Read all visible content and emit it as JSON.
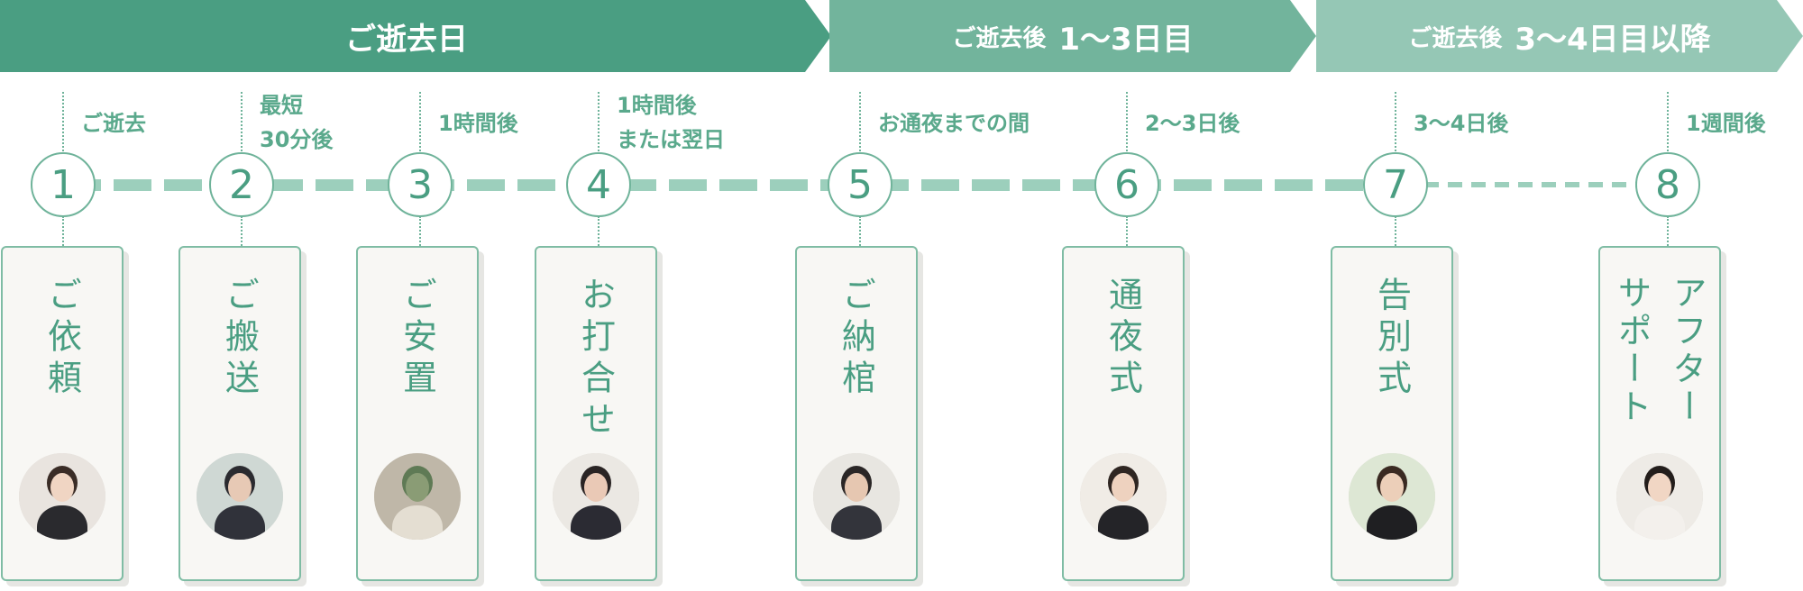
{
  "phases": [
    {
      "small": "",
      "big": "ご逝去日"
    },
    {
      "small": "ご逝去後",
      "big": "1〜3日目"
    },
    {
      "small": "ご逝去後",
      "big": "3〜4日目以降"
    }
  ],
  "steps": [
    {
      "num": "1",
      "timing": [
        "ご逝去"
      ],
      "title": "ご依頼",
      "photo": "operator-with-headset-photo"
    },
    {
      "num": "2",
      "timing": [
        "最短",
        "30分後"
      ],
      "title": "ご搬送",
      "photo": "driver-photo"
    },
    {
      "num": "3",
      "timing": [
        "1時間後"
      ],
      "title": "ご安置",
      "photo": "resting-room-photo"
    },
    {
      "num": "4",
      "timing": [
        "1時間後",
        "または翌日"
      ],
      "title": "お打合せ",
      "photo": "meeting-photo"
    },
    {
      "num": "5",
      "timing": [
        "お通夜までの間"
      ],
      "title": "ご納棺",
      "photo": "encoffining-photo"
    },
    {
      "num": "6",
      "timing": [
        "2〜3日後"
      ],
      "title": "通夜式",
      "photo": "wake-ceremony-photo"
    },
    {
      "num": "7",
      "timing": [
        "3〜4日後"
      ],
      "title": "告別式",
      "photo": "farewell-ceremony-photo"
    },
    {
      "num": "8",
      "timing": [
        "1週間後"
      ],
      "title_lines": [
        "アフター",
        "サポート"
      ],
      "photo": "phone-support-photo"
    }
  ],
  "colors": {
    "primary": "#4a9e82",
    "mid": "#72b49c",
    "light": "#95c7b5",
    "card": "#f8f7f4"
  }
}
